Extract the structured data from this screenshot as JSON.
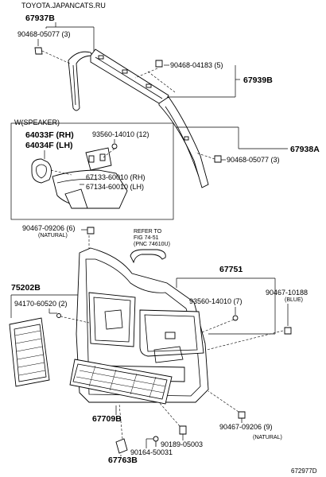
{
  "header": {
    "watermark": "TOYOTA.JAPANCATS.RU"
  },
  "footer": {
    "diagram_code": "672977D"
  },
  "callouts": {
    "p67937B": "67937B",
    "p90468_05077_top": "90468-05077 (3)",
    "p90468_04183": "90468-04183 (5)",
    "p67939B": "67939B",
    "p67938A": "67938A",
    "p90468_05077_right": "90468-05077 (3)",
    "speaker_box_title": "W(SPEAKER)",
    "p64033F": "64033F (RH)",
    "p64034F": "64034F (LH)",
    "p93560_14010_12": "93560-14010 (12)",
    "p67133": "67133-60010 (RH)",
    "p67134": "67134-60010 (LH)",
    "p90467_09206_6": "90467-09206 (6)",
    "p90467_09206_6_note": "(NATURAL)",
    "refer_line1": "REFER TO",
    "refer_line2": "FIG 74-51",
    "refer_line3": "(PNC 74610U)",
    "p67751": "67751",
    "p75202B": "75202B",
    "p94170_60520": "94170-60520 (2)",
    "p90467_10188": "90467-10188",
    "p90467_10188_note": "(BLUE)",
    "p93560_14010_7": "93560-14010 (7)",
    "p67709B": "67709B",
    "p90467_09206_9": "90467-09206 (9)",
    "p90467_09206_9_note": "(NATURAL)",
    "p90189_05003": "90189-05003",
    "p90164_50031": "90164-50031",
    "p67763B": "67763B"
  }
}
